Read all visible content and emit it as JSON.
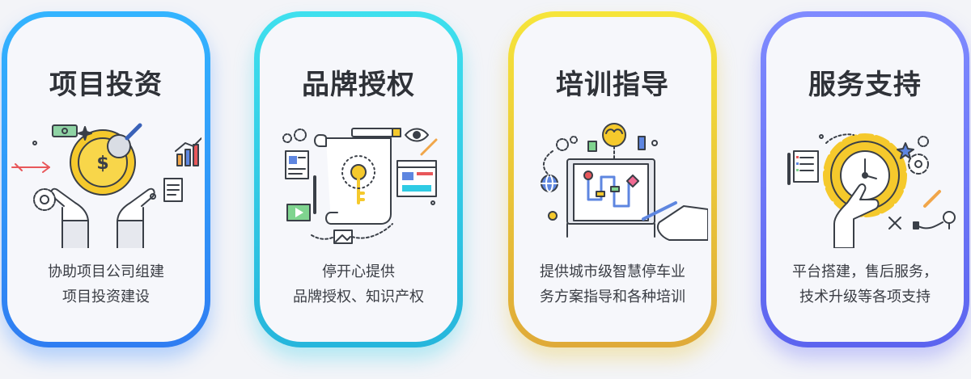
{
  "cards": [
    {
      "title": "项目投资",
      "lines": [
        "协助项目公司组建",
        "项目投资建设"
      ]
    },
    {
      "title": "品牌授权",
      "lines": [
        "停开心提供",
        "品牌授权、知识产权"
      ]
    },
    {
      "title": "培训指导",
      "lines": [
        "提供城市级智慧停车业",
        "务方案指导和各种培训"
      ]
    },
    {
      "title": "服务支持",
      "lines": [
        "平台搭建，售后服务，",
        "技术升级等各项支持"
      ]
    }
  ],
  "colors": {
    "card_1": "#2f8cf6",
    "card_2": "#2fcbe4",
    "card_3": "#ecc83a",
    "card_4": "#6c74f6",
    "title_text": "#2f3238",
    "body_text": "#3a3d44"
  },
  "icons": [
    "investment-illustration",
    "brand-license-illustration",
    "training-illustration",
    "service-support-illustration"
  ]
}
